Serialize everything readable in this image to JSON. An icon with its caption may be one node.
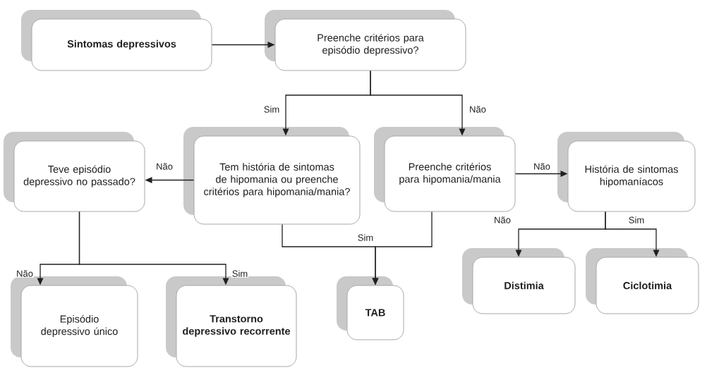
{
  "diagram": {
    "nodes": [
      {
        "text": [
          "Sintomas depressivos"
        ]
      },
      {
        "text": [
          "Preenche critérios para episódio depressivo?"
        ]
      },
      {
        "text": [
          "Teve episódio depressivo no passado?"
        ]
      },
      {
        "text": [
          "Tem história de sintomas de hipomania ou preenche critérios para hipomania/mania?"
        ]
      },
      {
        "text": [
          "Preenche critérios para hipomania/mania"
        ]
      },
      {
        "text": [
          "História de sintomas hipomaníacos"
        ]
      },
      {
        "text": [
          "Episódio depressivo único"
        ]
      },
      {
        "text": [
          "Transtorno depressivo recorrente"
        ]
      },
      {
        "text": [
          "TAB"
        ]
      },
      {
        "text": [
          "Distimia"
        ]
      },
      {
        "text": [
          "Ciclotimia"
        ]
      }
    ],
    "edges": [
      {
        "from": 0,
        "to": 1,
        "arrow": "to"
      },
      {
        "from": 1,
        "to": 3,
        "arrow": "to",
        "label": "Sim"
      },
      {
        "from": 1,
        "to": 4,
        "arrow": "to",
        "label": "Não"
      },
      {
        "from": 3,
        "to": 2,
        "arrow": "to",
        "label": "Não"
      },
      {
        "from": 4,
        "to": 5,
        "arrow": "to",
        "label": "Não"
      },
      {
        "from": 2,
        "to": 6,
        "arrow": "to",
        "label": "Não"
      },
      {
        "from": 2,
        "to": 7,
        "arrow": "to",
        "label": "Sim"
      },
      {
        "from": 3,
        "to": 8,
        "arrow": "to",
        "label": "Sim"
      },
      {
        "from": 4,
        "to": 8,
        "arrow": "to"
      },
      {
        "from": 5,
        "to": 9,
        "arrow": "to",
        "label": "Não"
      },
      {
        "from": 5,
        "to": 10,
        "arrow": "to",
        "label": "Sim"
      }
    ]
  }
}
